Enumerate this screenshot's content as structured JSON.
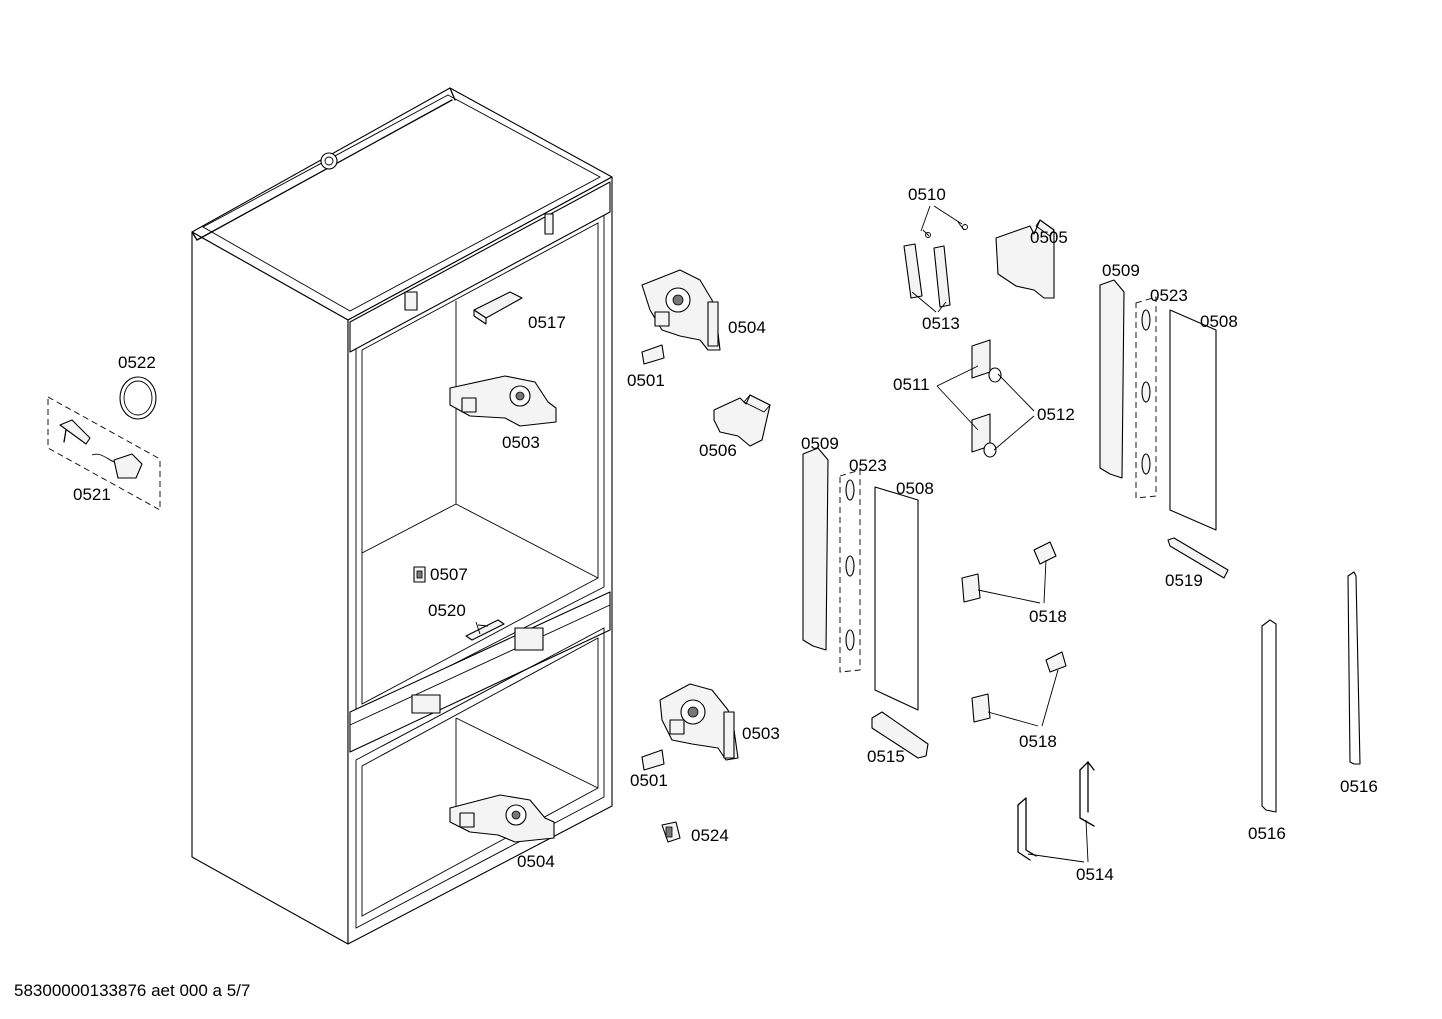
{
  "labels": {
    "p0501a": "0501",
    "p0501b": "0501",
    "p0503a": "0503",
    "p0503b": "0503",
    "p0504a": "0504",
    "p0504b": "0504",
    "p0505": "0505",
    "p0506": "0506",
    "p0507": "0507",
    "p0508a": "0508",
    "p0508b": "0508",
    "p0509a": "0509",
    "p0509b": "0509",
    "p0510": "0510",
    "p0511": "0511",
    "p0512": "0512",
    "p0513": "0513",
    "p0514": "0514",
    "p0515": "0515",
    "p0516a": "0516",
    "p0516b": "0516",
    "p0517": "0517",
    "p0518a": "0518",
    "p0518b": "0518",
    "p0519": "0519",
    "p0520": "0520",
    "p0521": "0521",
    "p0522": "0522",
    "p0523a": "0523",
    "p0523b": "0523",
    "p0524": "0524"
  },
  "footer": "58300000133876 aet 000 a 5/7"
}
